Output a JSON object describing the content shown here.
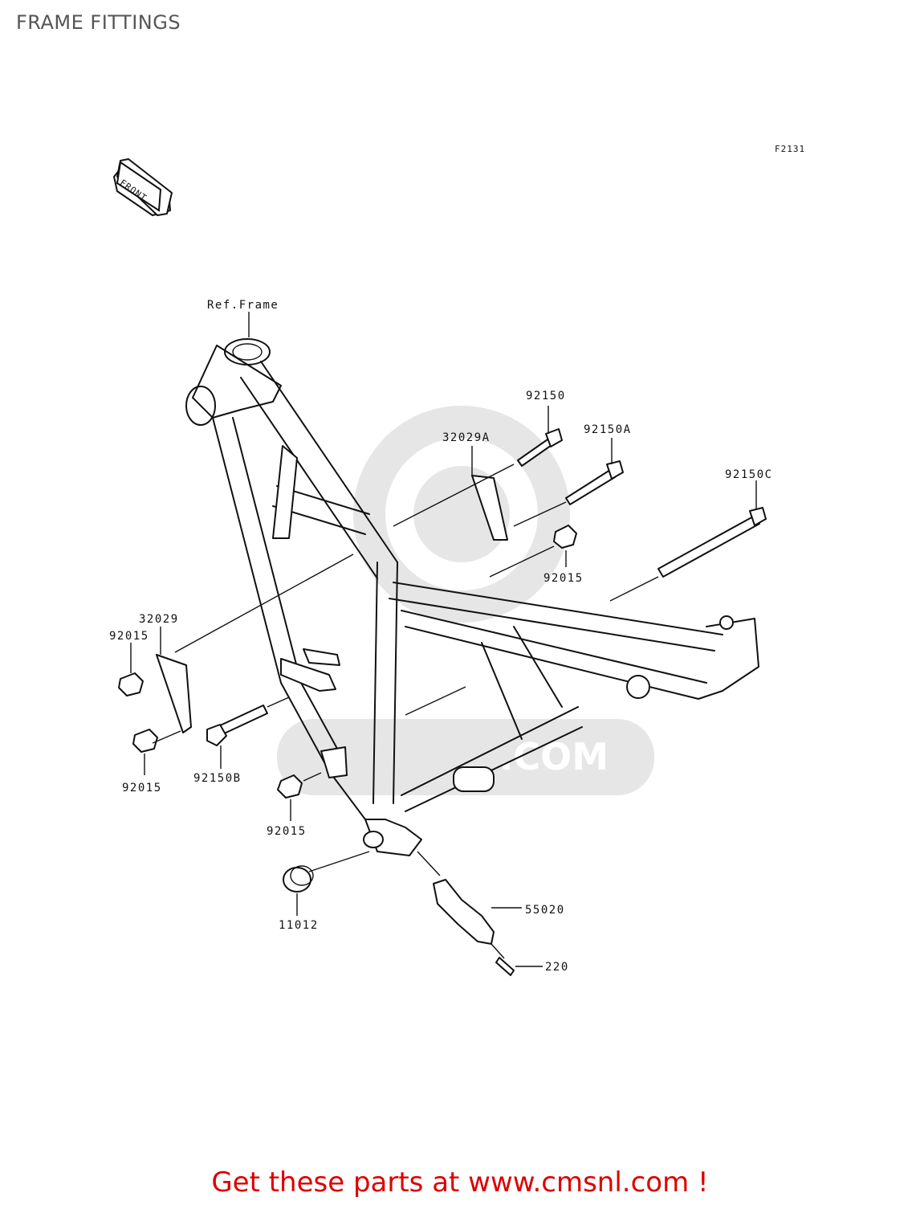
{
  "title": "FRAME FITTINGS",
  "figure_code": "F2131",
  "front_label": "FRONT",
  "watermark_text": ".COM",
  "labels": {
    "ref_frame": "Ref.Frame",
    "p92150": "92150",
    "p32029A": "32029A",
    "p92150A": "92150A",
    "p92150C": "92150C",
    "p92015_top": "92015",
    "p32029": "32029",
    "p92015_left": "92015",
    "p92015_lower": "92015",
    "p92150B": "92150B",
    "p92015_center": "92015",
    "p11012": "11012",
    "p55020": "55020",
    "p220": "220"
  },
  "footer": "Get these parts at www.cmsnl.com !",
  "colors": {
    "footer": "#dd0000",
    "title": "#555555",
    "watermark": "#e6e6e6"
  }
}
